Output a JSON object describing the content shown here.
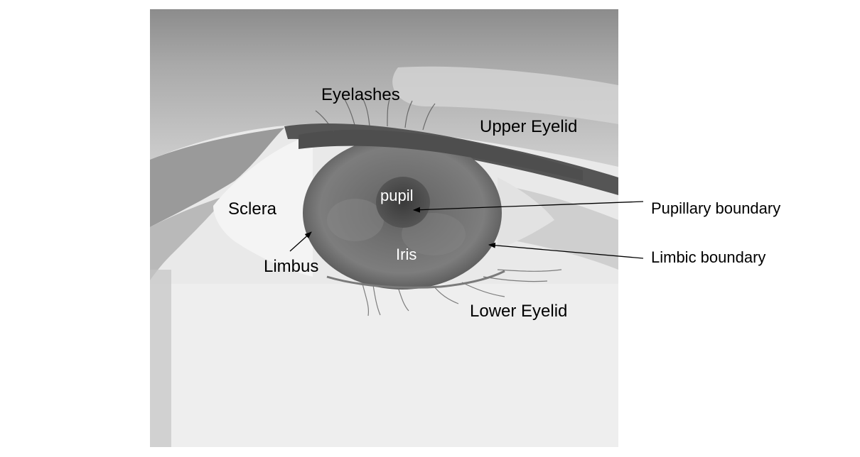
{
  "figure": {
    "labels": {
      "eyelashes": "Eyelashes",
      "upper_eyelid": "Upper Eyelid",
      "sclera": "Sclera",
      "pupil": "pupil",
      "iris": "Iris",
      "limbus": "Limbus",
      "lower_eyelid": "Lower Eyelid",
      "pupillary_boundary": "Pupillary boundary",
      "limbic_boundary": "Limbic boundary"
    },
    "colors": {
      "label_text": "#000000",
      "inner_label_text": "#ffffff",
      "background": "#ffffff"
    }
  }
}
